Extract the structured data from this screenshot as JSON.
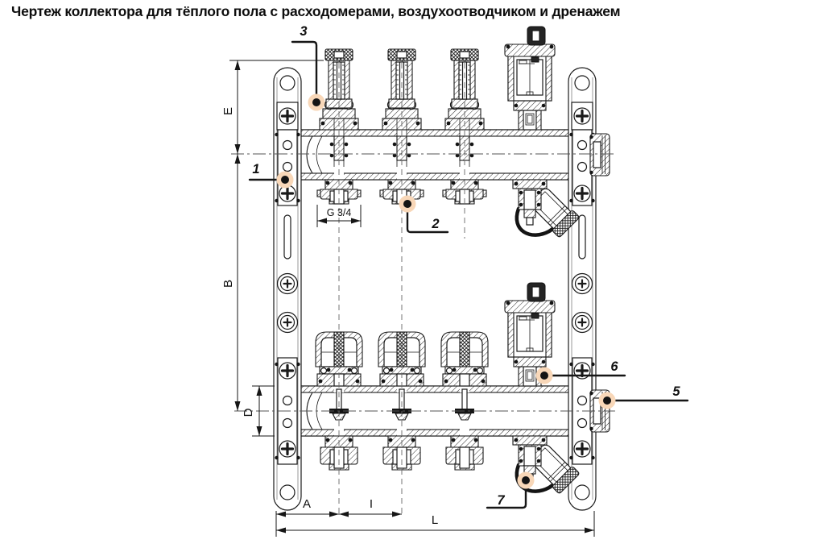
{
  "title": "Чертеж коллектора для тёплого пола с расходомерами, воздухоотводчиком и дренажем",
  "dimensions": {
    "height_top": "E",
    "height_total": "B",
    "pipe_diameter": "D",
    "first_spacing": "A",
    "outlet_spacing": "I",
    "total_length": "L",
    "thread": "G 3/4"
  },
  "callouts": {
    "bracket": "1",
    "outlet": "2",
    "flow_meter": "3",
    "end_plug": "5",
    "air_vent": "6",
    "drain_valve": "7"
  },
  "colors": {
    "line": "#1a1a1a",
    "callout_halo": "#f8d7b8",
    "background": "#ffffff"
  }
}
